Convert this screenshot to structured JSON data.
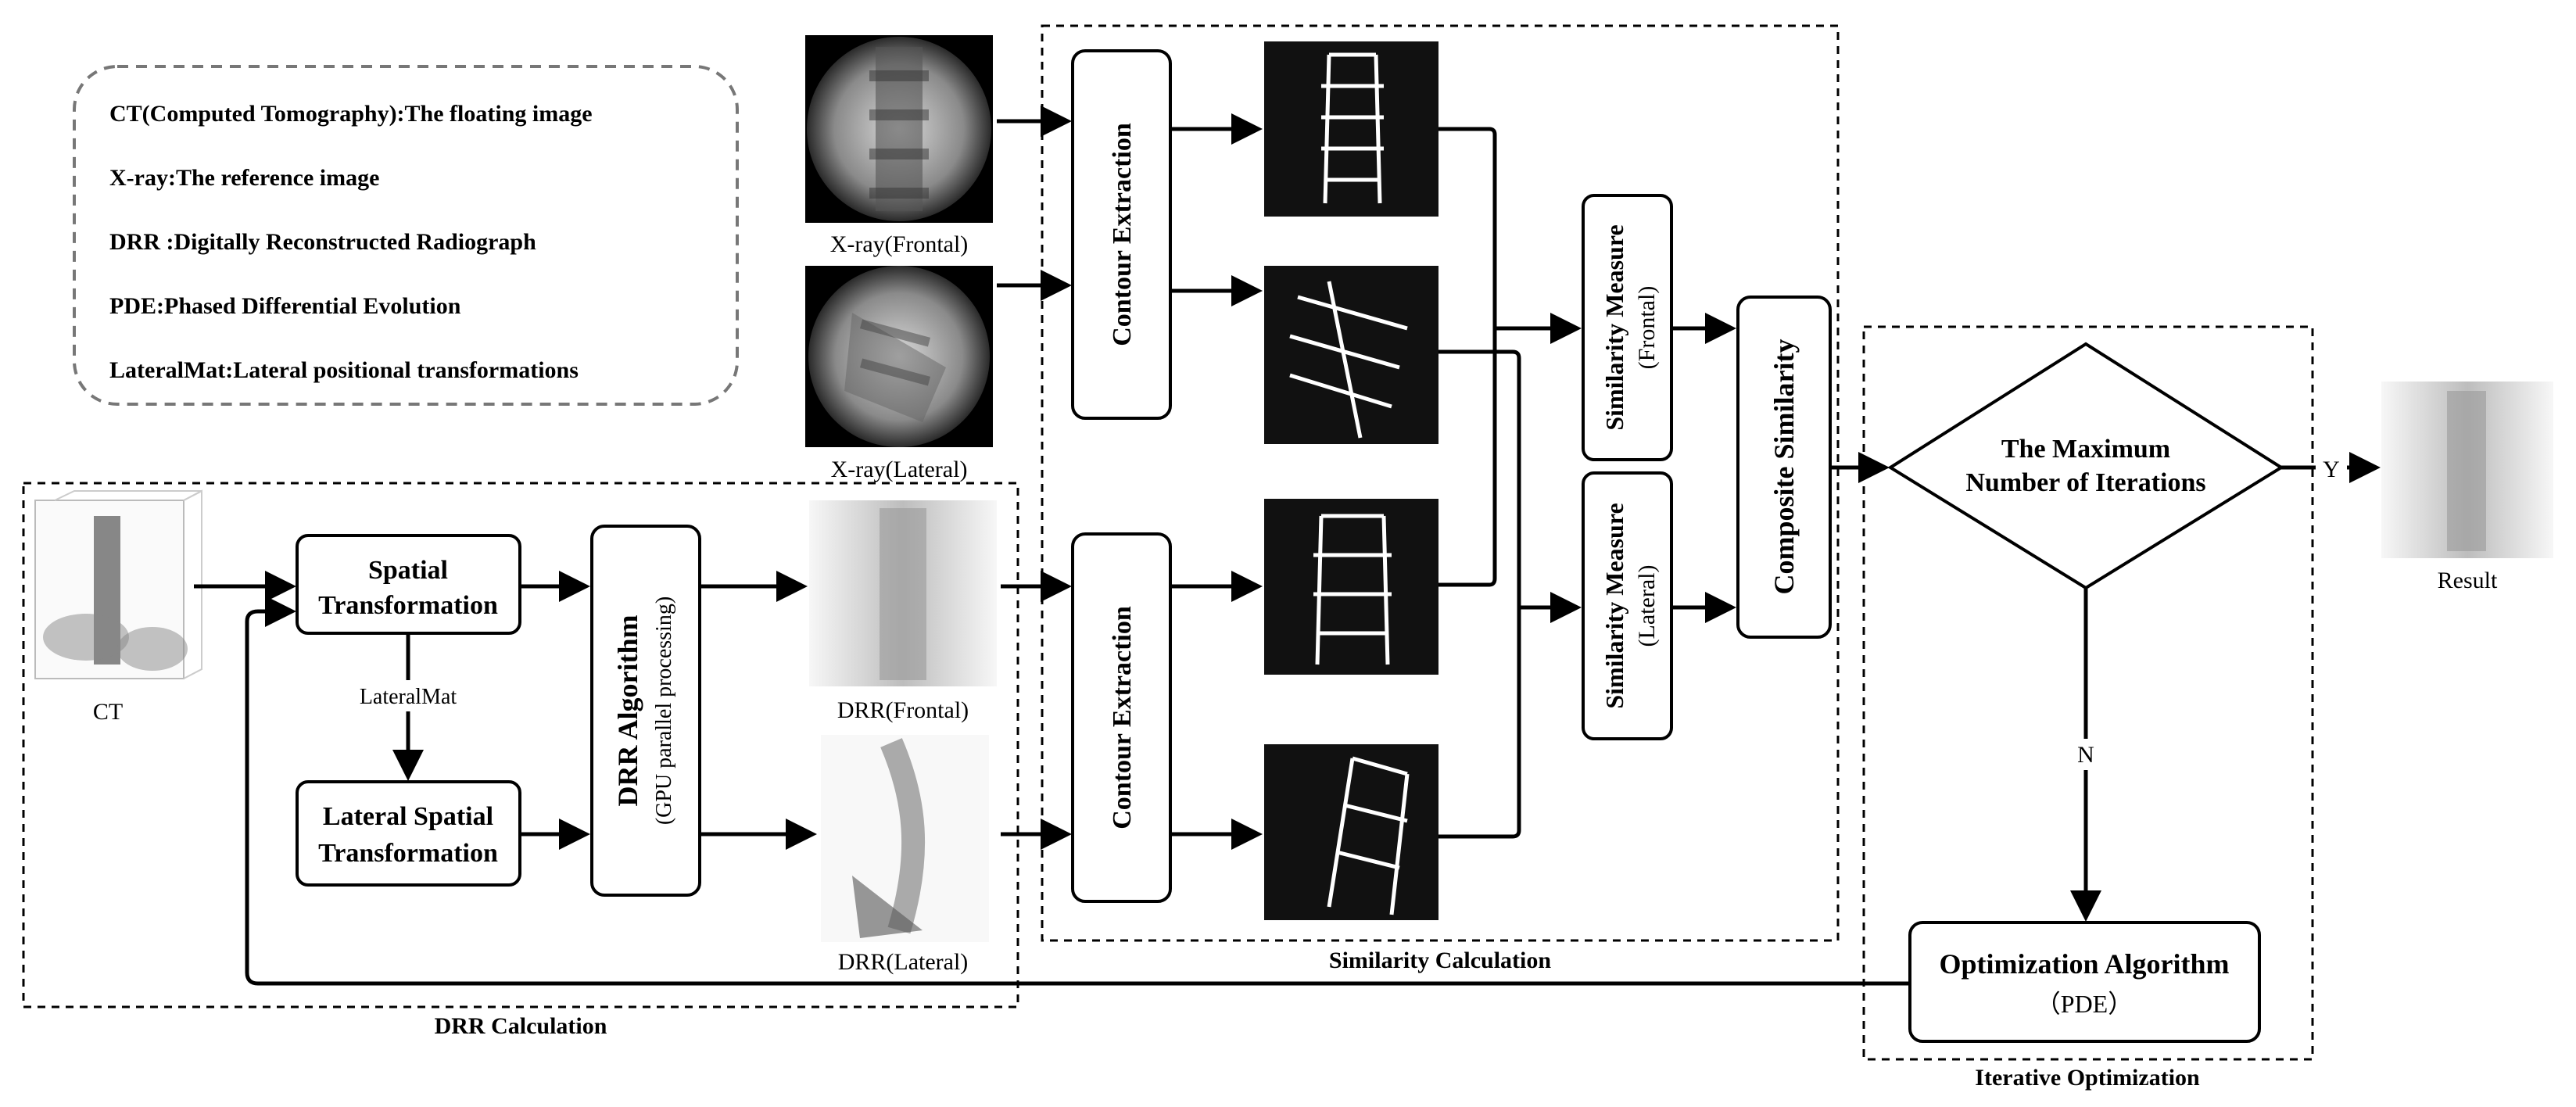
{
  "legend": {
    "items": [
      "CT(Computed Tomography):The floating image",
      "X-ray:The reference image",
      "DRR :Digitally Reconstructed Radiograph",
      "PDE:Phased Differential Evolution",
      "LateralMat:Lateral positional transformations"
    ]
  },
  "images": {
    "xray_frontal": "X-ray(Frontal)",
    "xray_lateral": "X-ray(Lateral)",
    "ct": "CT",
    "drr_frontal": "DRR(Frontal)",
    "drr_lateral": "DRR(Lateral)",
    "result": "Result"
  },
  "nodes": {
    "spatial_line1": "Spatial",
    "spatial_line2": "Transformation",
    "lateralmat": "LateralMat",
    "lateral_line1": "Lateral Spatial",
    "lateral_line2": "Transformation",
    "drr_alg_line1": "DRR Algorithm",
    "drr_alg_line2": "(GPU parallel processing)",
    "contour_top": "Contour Extraction",
    "contour_bottom": "Contour Extraction",
    "sim_frontal_line1": "Similarity Measure",
    "sim_frontal_line2": "(Frontal)",
    "sim_lateral_line1": "Similarity Measure",
    "sim_lateral_line2": "(Lateral)",
    "composite": "Composite Similarity",
    "decision_line1": "The Maximum",
    "decision_line2": "Number of Iterations",
    "yes": "Y",
    "no": "N",
    "optim_line1": "Optimization Algorithm",
    "optim_line2": "（PDE）"
  },
  "groups": {
    "drr_calc": "DRR Calculation",
    "similarity_calc": "Similarity Calculation",
    "iterative_opt": "Iterative Optimization"
  }
}
